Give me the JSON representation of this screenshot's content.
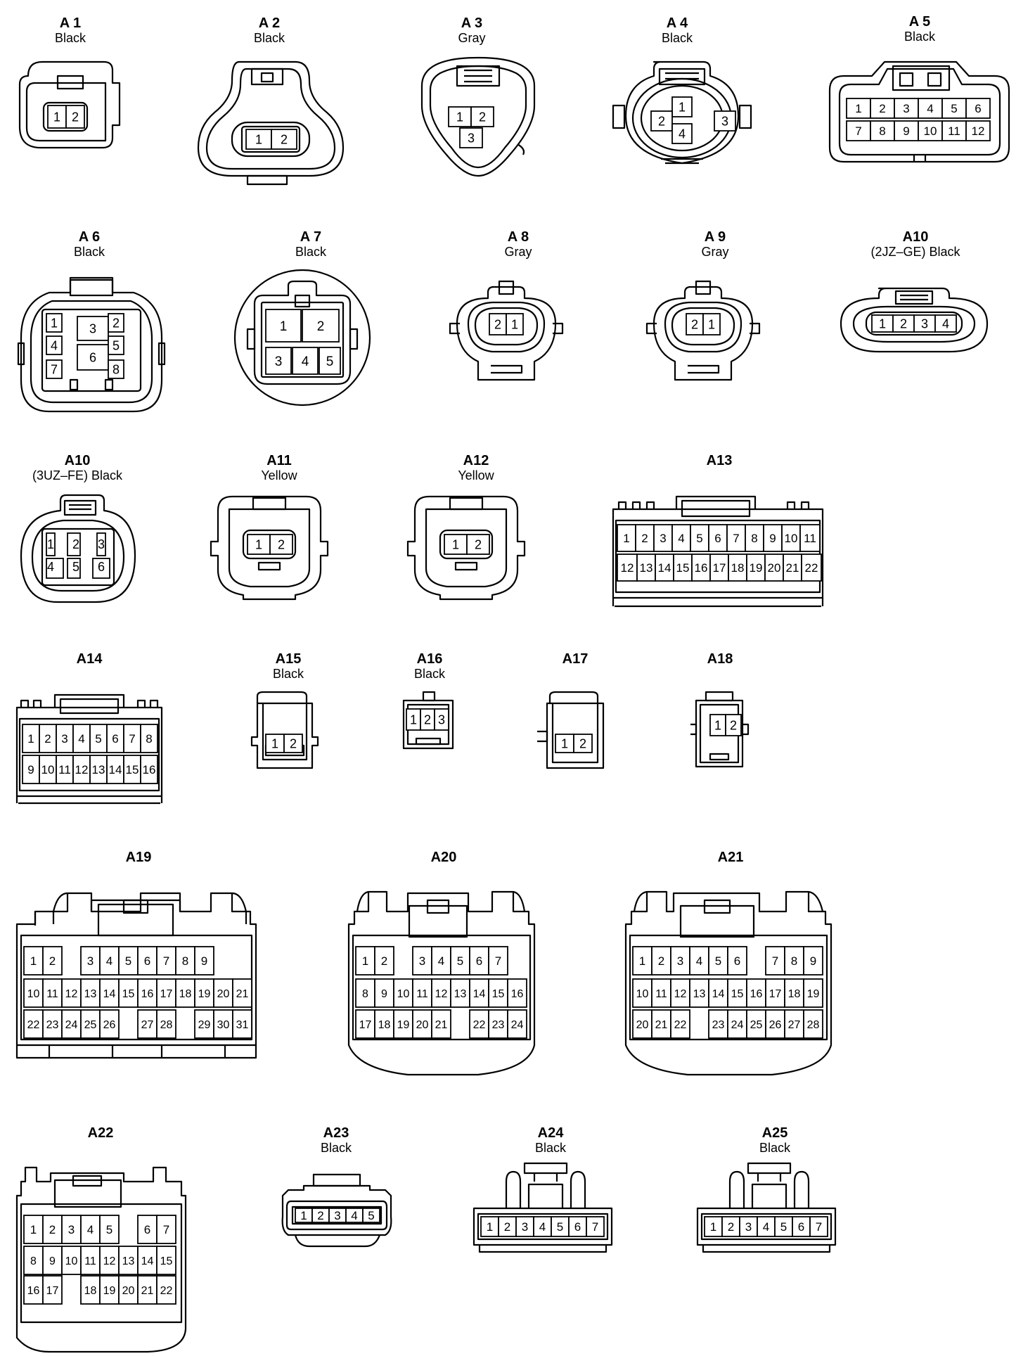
{
  "connectors": [
    {
      "id": "A 1",
      "color": "Black",
      "rows": [
        [
          "1",
          "2"
        ]
      ]
    },
    {
      "id": "A 2",
      "color": "Black",
      "rows": [
        [
          "1",
          "2"
        ]
      ]
    },
    {
      "id": "A 3",
      "color": "Gray",
      "rows": [
        [
          "1",
          "2"
        ],
        [
          "3"
        ]
      ]
    },
    {
      "id": "A 4",
      "color": "Black",
      "rows": [
        [
          "1"
        ],
        [
          "2",
          "3"
        ],
        [
          "4"
        ]
      ]
    },
    {
      "id": "A 5",
      "color": "Black",
      "rows": [
        [
          "1",
          "2",
          "3",
          "4",
          "5",
          "6"
        ],
        [
          "7",
          "8",
          "9",
          "10",
          "11",
          "12"
        ]
      ]
    },
    {
      "id": "A 6",
      "color": "Black",
      "rows": [
        [
          "1",
          "3",
          "2"
        ],
        [
          "4",
          "6",
          "5"
        ],
        [
          "7",
          "8"
        ]
      ]
    },
    {
      "id": "A 7",
      "color": "Black",
      "rows": [
        [
          "1",
          "2"
        ],
        [
          "3",
          "4",
          "5"
        ]
      ]
    },
    {
      "id": "A 8",
      "color": "Gray",
      "rows": [
        [
          "2",
          "1"
        ]
      ]
    },
    {
      "id": "A 9",
      "color": "Gray",
      "rows": [
        [
          "2",
          "1"
        ]
      ]
    },
    {
      "id": "A10",
      "color": "(2JZ–GE)  Black",
      "rows": [
        [
          "1",
          "2",
          "3",
          "4"
        ]
      ]
    },
    {
      "id": "A10",
      "color": "(3UZ–FE)  Black",
      "rows": [
        [
          "1",
          "2",
          "3"
        ],
        [
          "4",
          "5",
          "6"
        ]
      ]
    },
    {
      "id": "A11",
      "color": "Yellow",
      "rows": [
        [
          "1",
          "2"
        ]
      ]
    },
    {
      "id": "A12",
      "color": "Yellow",
      "rows": [
        [
          "1",
          "2"
        ]
      ]
    },
    {
      "id": "A13",
      "color": "",
      "rows": [
        [
          "1",
          "2",
          "3",
          "4",
          "5",
          "6",
          "7",
          "8",
          "9",
          "10",
          "11"
        ],
        [
          "12",
          "13",
          "14",
          "15",
          "16",
          "17",
          "18",
          "19",
          "20",
          "21",
          "22"
        ]
      ]
    },
    {
      "id": "A14",
      "color": "",
      "rows": [
        [
          "1",
          "2",
          "3",
          "4",
          "5",
          "6",
          "7",
          "8"
        ],
        [
          "9",
          "10",
          "11",
          "12",
          "13",
          "14",
          "15",
          "16"
        ]
      ]
    },
    {
      "id": "A15",
      "color": "Black",
      "rows": [
        [
          "1",
          "2"
        ]
      ]
    },
    {
      "id": "A16",
      "color": "Black",
      "rows": [
        [
          "1",
          "2",
          "3"
        ]
      ]
    },
    {
      "id": "A17",
      "color": "",
      "rows": [
        [
          "1",
          "2"
        ]
      ]
    },
    {
      "id": "A18",
      "color": "",
      "rows": [
        [
          "1",
          "2"
        ]
      ]
    },
    {
      "id": "A19",
      "color": "",
      "rows": [
        [
          "1",
          "2",
          "",
          "3",
          "4",
          "5",
          "6",
          "7",
          "8",
          "9"
        ],
        [
          "10",
          "11",
          "12",
          "13",
          "14",
          "15",
          "16",
          "17",
          "18",
          "19",
          "20",
          "21"
        ],
        [
          "22",
          "23",
          "24",
          "25",
          "26",
          "",
          "27",
          "28",
          "",
          "29",
          "30",
          "31"
        ]
      ]
    },
    {
      "id": "A20",
      "color": "",
      "rows": [
        [
          "1",
          "2",
          "",
          "3",
          "4",
          "5",
          "6",
          "7"
        ],
        [
          "8",
          "9",
          "10",
          "11",
          "12",
          "13",
          "14",
          "15",
          "16"
        ],
        [
          "17",
          "18",
          "19",
          "20",
          "21",
          "",
          "22",
          "23",
          "24"
        ]
      ]
    },
    {
      "id": "A21",
      "color": "",
      "rows": [
        [
          "1",
          "2",
          "3",
          "4",
          "5",
          "6",
          "",
          "7",
          "8",
          "9"
        ],
        [
          "10",
          "11",
          "12",
          "13",
          "14",
          "15",
          "16",
          "17",
          "18",
          "19"
        ],
        [
          "20",
          "21",
          "22",
          "",
          "23",
          "24",
          "25",
          "26",
          "27",
          "28"
        ]
      ]
    },
    {
      "id": "A22",
      "color": "",
      "rows": [
        [
          "1",
          "2",
          "3",
          "4",
          "5",
          "",
          "6",
          "7"
        ],
        [
          "8",
          "9",
          "10",
          "11",
          "12",
          "13",
          "14",
          "15"
        ],
        [
          "16",
          "17",
          "",
          "18",
          "19",
          "20",
          "21",
          "22"
        ]
      ]
    },
    {
      "id": "A23",
      "color": "Black",
      "rows": [
        [
          "1",
          "2",
          "3",
          "4",
          "5"
        ]
      ]
    },
    {
      "id": "A24",
      "color": "Black",
      "rows": [
        [
          "1",
          "2",
          "3",
          "4",
          "5",
          "6",
          "7"
        ]
      ]
    },
    {
      "id": "A25",
      "color": "Black",
      "rows": [
        [
          "1",
          "2",
          "3",
          "4",
          "5",
          "6",
          "7"
        ]
      ]
    }
  ]
}
